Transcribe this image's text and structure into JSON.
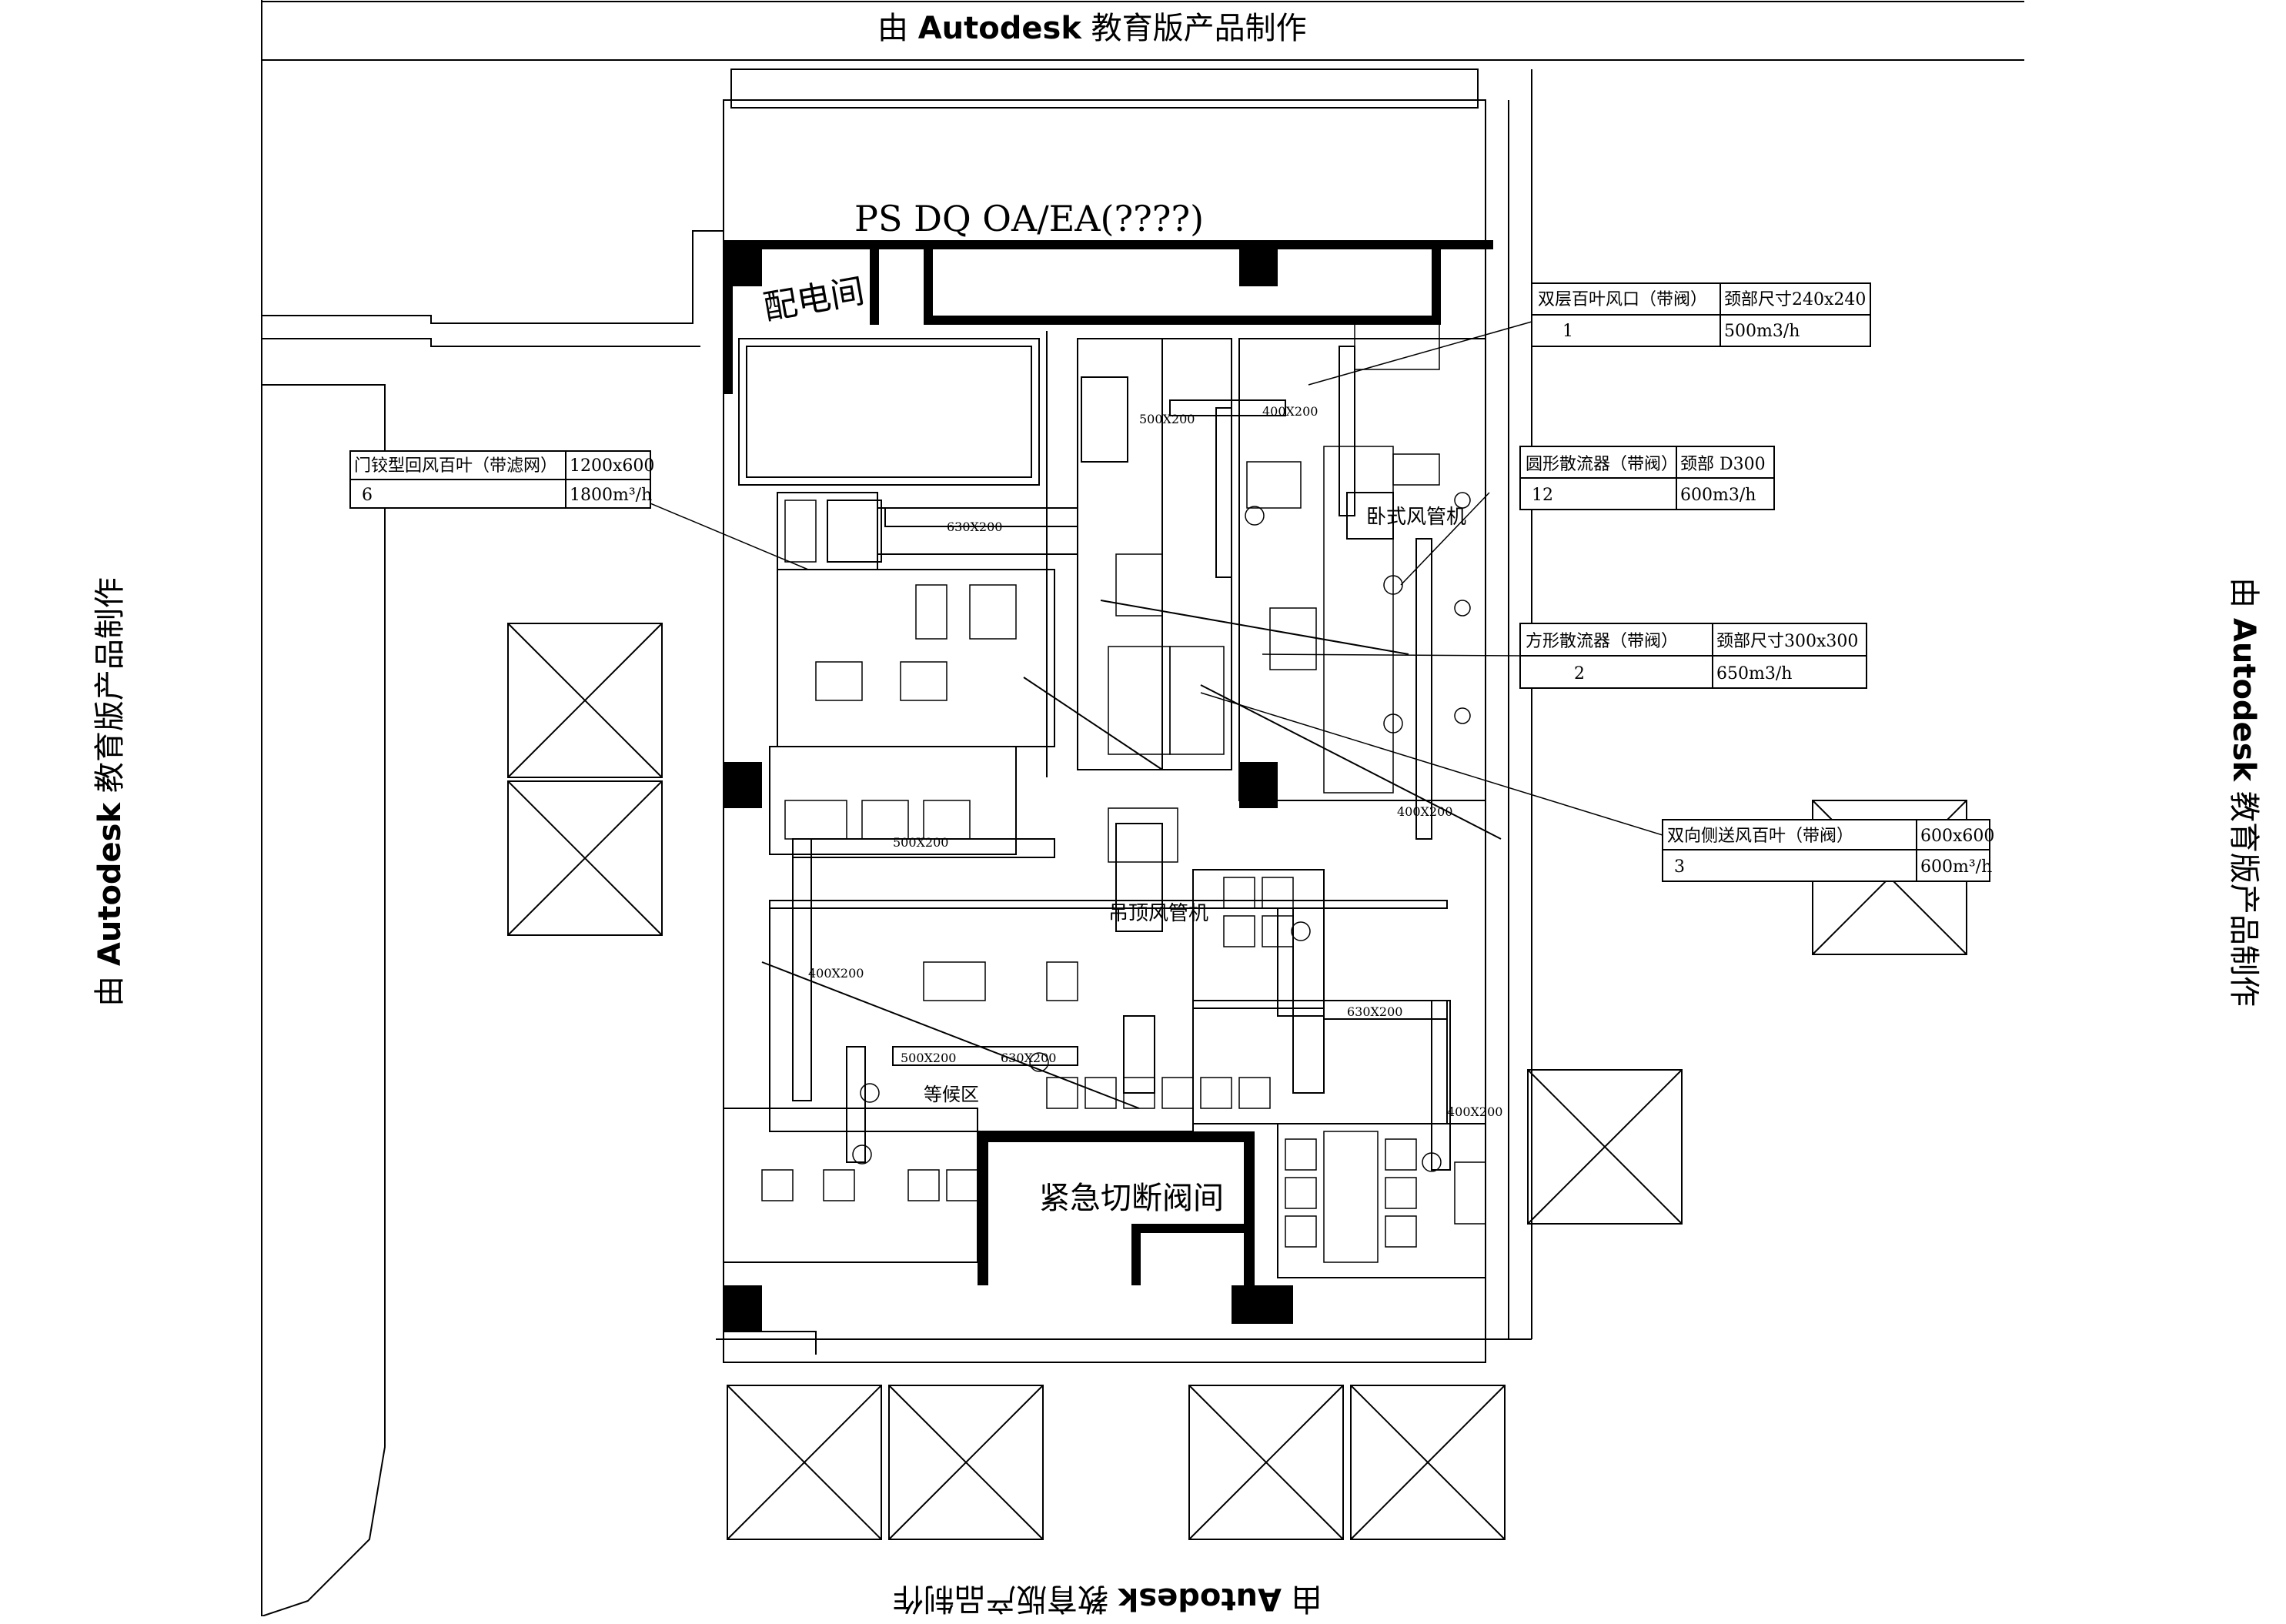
{
  "watermark": {
    "prefix": "由",
    "brand": "Autodesk",
    "suffix": "教育版产品制作"
  },
  "room_labels": {
    "electrical_room": "配电间",
    "waiting_area": "等候区",
    "emergency_valve_room": "紧急切断阀间",
    "header_code": "PS DQ OA/EA(????)"
  },
  "duct_labels": {
    "d1": "630X200",
    "d2": "500X200",
    "d3": "630X200",
    "d4": "500X200",
    "d5": "400X200",
    "d6": "400X200",
    "d7": "630X200",
    "d8": "400X200",
    "d9": "500X200",
    "d10": "400X200"
  },
  "equipment_labels": {
    "fcu": "卧式风管机",
    "fcu2": "吊顶风管机"
  },
  "legend_tables": [
    {
      "header": [
        "双层百叶风口（带阀）",
        "颈部尺寸240x240"
      ],
      "row": [
        "1",
        "500m3/h"
      ]
    },
    {
      "header": [
        "门铰型回风百叶（带滤网）",
        "1200x600"
      ],
      "row": [
        "6",
        "1800m³/h"
      ]
    },
    {
      "header": [
        "圆形散流器（带阀）",
        "颈部 D300"
      ],
      "row": [
        "12",
        "600m3/h"
      ]
    },
    {
      "header": [
        "方形散流器（带阀）",
        "颈部尺寸300x300"
      ],
      "row": [
        "2",
        "650m3/h"
      ]
    },
    {
      "header": [
        "双向侧送风百叶（带阀）",
        "600x600"
      ],
      "row": [
        "3",
        "600m³/h"
      ]
    }
  ]
}
